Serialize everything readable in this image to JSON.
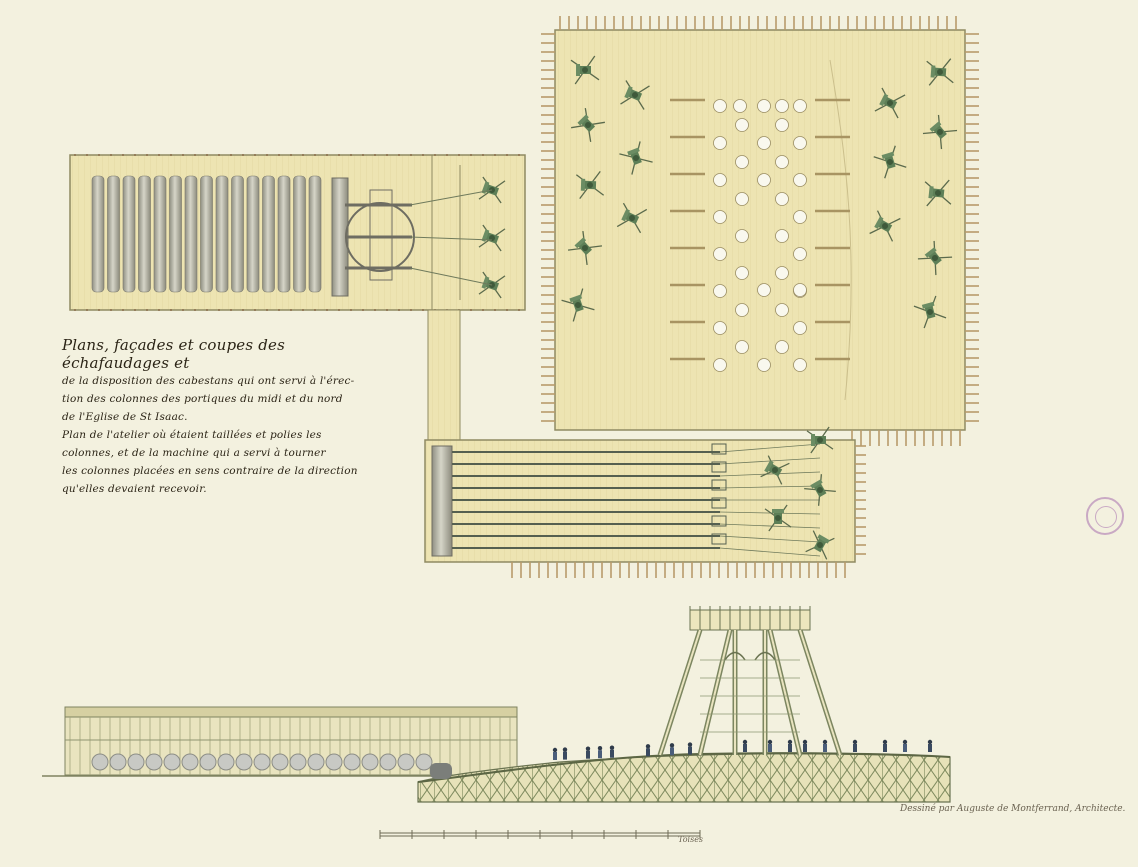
{
  "caption": {
    "line1": "Plans, façades et coupes des échafaudages et",
    "line2": "de la disposition des cabestans qui ont servi à l'érec-",
    "line3": "tion des colonnes des portiques du midi et du nord",
    "line4": "de l'Eglise de St Isaac.",
    "line5": "Plan de l'atelier où étaient taillées et polies les",
    "line6": "colonnes, et de la machine qui a servi à tourner",
    "line7": "les colonnes placées en sens contraire de la direction",
    "line8": "qu'elles devaient recevoir."
  },
  "signature": "Dessiné par Auguste de Montferrand, Architecte.",
  "scale_label": "Toises",
  "colors": {
    "paper": "#f3f1df",
    "platform": "#ede4b2",
    "column": "#b7b6a6",
    "capstan": "#5d7f57",
    "ink": "#2b2416"
  },
  "icons": [
    "capstan-icon",
    "column-icon",
    "library-stamp-icon"
  ]
}
